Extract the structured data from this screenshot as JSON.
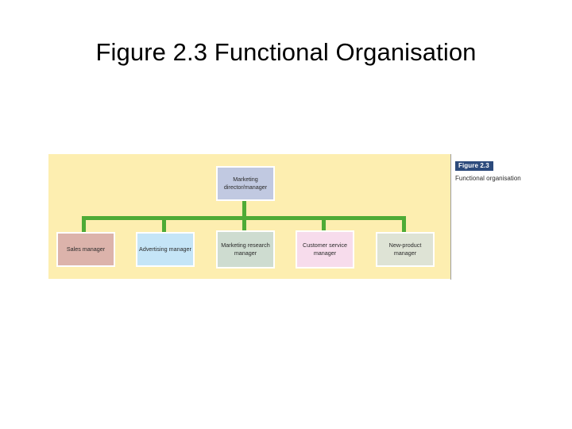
{
  "slide": {
    "title": "Figure 2.3 Functional Organisation"
  },
  "figure": {
    "caption_badge": "Figure 2.3",
    "caption_text": "Functional organisation",
    "panel_color": "#fdeeb0",
    "connector_color": "#4eab36",
    "badge_color": "#2c4a7c"
  },
  "chart_data": {
    "type": "diagram",
    "title": "Functional organisation",
    "root": {
      "label": "Marketing director/manager",
      "color": "#c1c9e1"
    },
    "children": [
      {
        "label": "Sales manager",
        "color": "#dcb3ab"
      },
      {
        "label": "Advertising manager",
        "color": "#c5e5f7"
      },
      {
        "label": "Marketing research manager",
        "color": "#cedcd0"
      },
      {
        "label": "Customer service manager",
        "color": "#f7dcec"
      },
      {
        "label": "New-product manager",
        "color": "#dee3d5"
      }
    ]
  }
}
